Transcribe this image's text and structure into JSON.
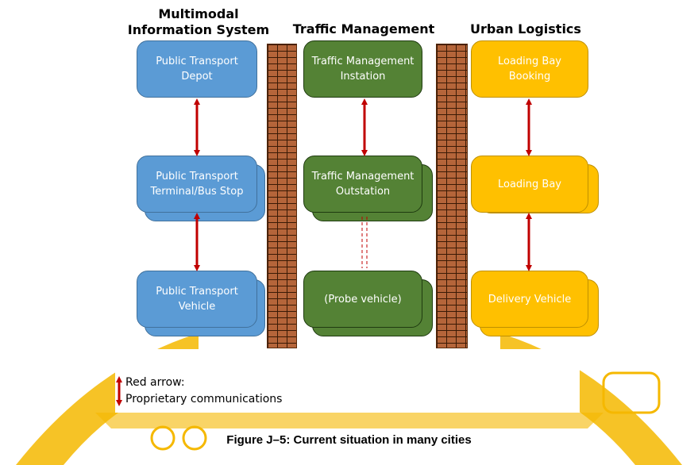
{
  "columns": {
    "multimodal": {
      "title": "Multimodal Information System",
      "boxes": [
        "Public Transport Depot",
        "Public Transport Terminal/Bus Stop",
        "Public Transport Vehicle"
      ]
    },
    "traffic": {
      "title": "Traffic Management",
      "boxes": [
        "Traffic Management Instation",
        "Traffic Management Outstation",
        "(Probe vehicle)"
      ]
    },
    "logistics": {
      "title": "Urban Logistics",
      "boxes": [
        "Loading Bay Booking",
        "Loading Bay",
        "Delivery Vehicle"
      ]
    }
  },
  "legend": {
    "line1": "Red arrow:",
    "line2": "Proprietary communications"
  },
  "caption": "Figure J–5: Current situation in many cities",
  "colors": {
    "blue": "#5b9bd5",
    "green": "#548235",
    "gold": "#ffc000",
    "arrow": "#c00000",
    "banner": "#f5b800"
  }
}
